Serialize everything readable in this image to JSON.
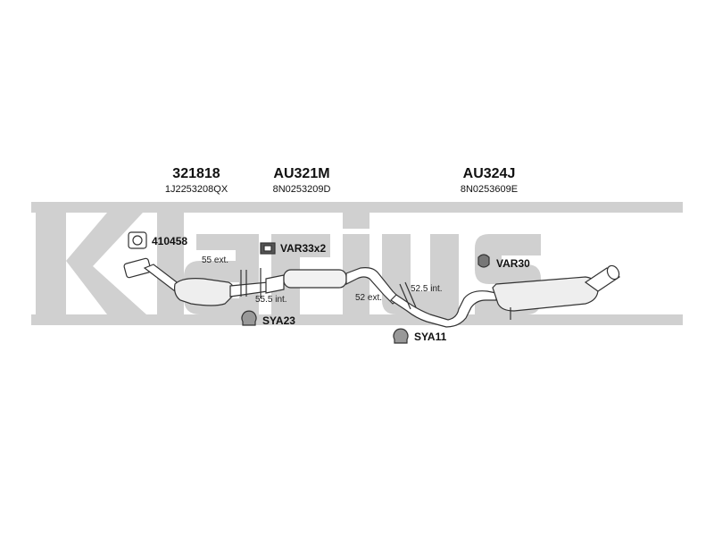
{
  "watermark": {
    "text": "Klarius",
    "color": "#c9c9c9"
  },
  "parts": [
    {
      "part_number": "321818",
      "oem_number": "1J2253208QX"
    },
    {
      "part_number": "AU321M",
      "oem_number": "8N0253209D"
    },
    {
      "part_number": "AU324J",
      "oem_number": "8N0253609E"
    }
  ],
  "accessories": {
    "gasket": "410458",
    "bracket": "VAR33x2",
    "clamp_front": "SYA23",
    "clamp_rear": "SYA11",
    "hanger": "VAR30"
  },
  "dimensions": {
    "d1": "55 ext.",
    "d2": "55.5 int.",
    "d3": "52 ext.",
    "d4": "52.5 int."
  },
  "colors": {
    "line": "#333333",
    "pipe_fill": "#ffffff",
    "shade": "#dddddd"
  }
}
